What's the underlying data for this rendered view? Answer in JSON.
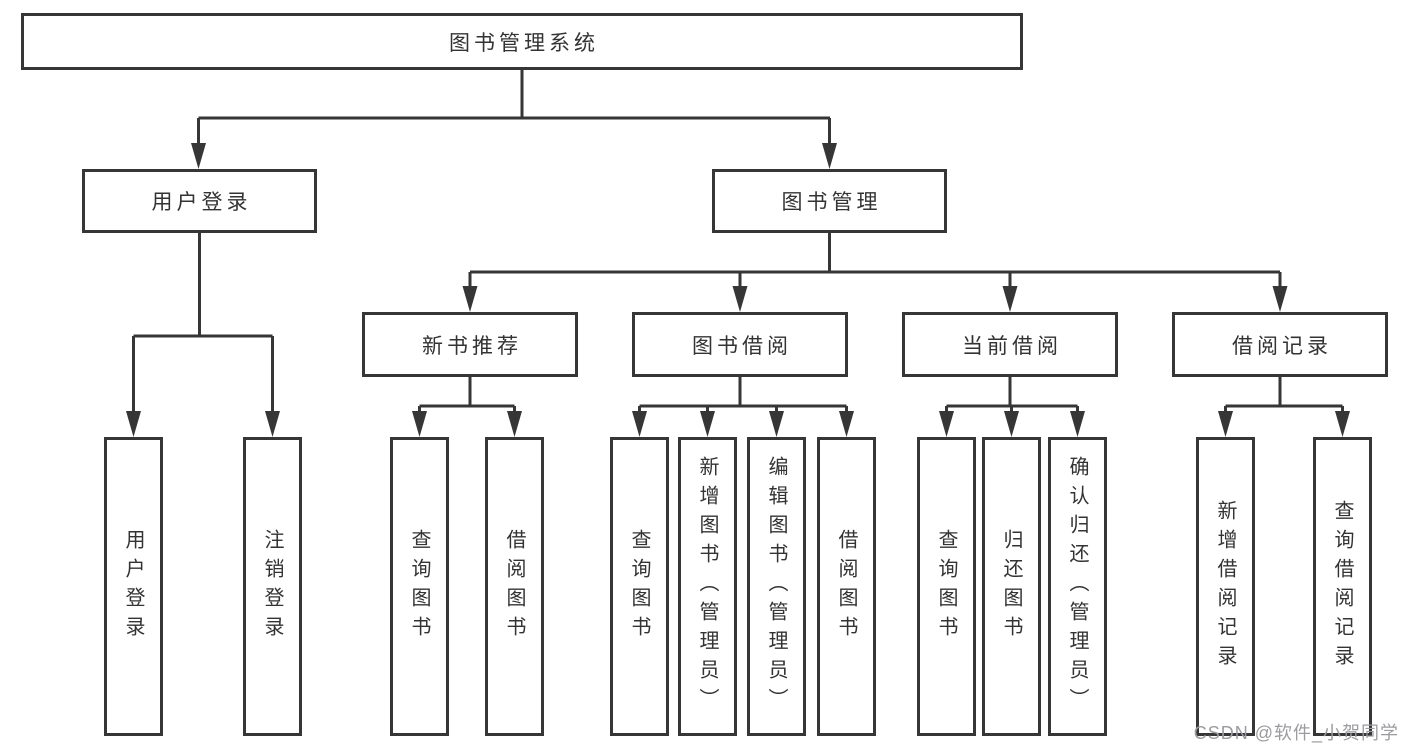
{
  "diagram": {
    "watermark": "CSDN @软件_小贺同学",
    "colors": {
      "line": "#363636",
      "text": "#333333",
      "watermark": "#9b9ba1",
      "background": "#ffffff"
    },
    "nodes": {
      "root": {
        "label": "图书管理系统"
      },
      "user_login": {
        "label": "用户登录"
      },
      "book_mgmt": {
        "label": "图书管理"
      },
      "new_book_rec": {
        "label": "新书推荐"
      },
      "book_borrow": {
        "label": "图书借阅"
      },
      "current_borrow": {
        "label": "当前借阅"
      },
      "borrow_records": {
        "label": "借阅记录"
      },
      "user_login_leaf": {
        "label": "用户登录"
      },
      "logout_leaf": {
        "label": "注销登录"
      },
      "nbr_query": {
        "label": "查询图书"
      },
      "nbr_borrow": {
        "label": "借阅图书"
      },
      "bb_query": {
        "label": "查询图书"
      },
      "bb_add": {
        "label": "新增图书（管理员）"
      },
      "bb_edit": {
        "label": "编辑图书（管理员）"
      },
      "bb_borrow": {
        "label": "借阅图书"
      },
      "cb_query": {
        "label": "查询图书"
      },
      "cb_return": {
        "label": "归还图书"
      },
      "cb_confirm": {
        "label": "确认归还（管理员）"
      },
      "br_add": {
        "label": "新增借阅记录"
      },
      "br_query": {
        "label": "查询借阅记录"
      }
    }
  }
}
